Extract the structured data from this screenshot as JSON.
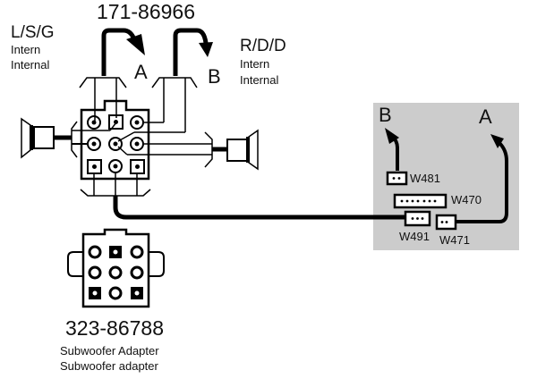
{
  "diagram": {
    "harness_part_number": "171-86966",
    "left_group": {
      "code": "L/S/G",
      "line1": "Intern",
      "line2": "Internal"
    },
    "right_group": {
      "code": "R/D/D",
      "line1": "Intern",
      "line2": "Internal"
    },
    "arrow_labels": {
      "a": "A",
      "b": "B"
    },
    "panel": {
      "arrow_b": "B",
      "arrow_a": "A",
      "connectors": [
        {
          "id": "W481",
          "pins": 2
        },
        {
          "id": "W470",
          "pins": 7
        },
        {
          "id": "W491",
          "pins": 3
        },
        {
          "id": "W471",
          "pins": 2
        }
      ],
      "background_color": "#cccccc"
    },
    "adapter": {
      "part_number": "323-86788",
      "line1": "Subwoofer Adapter",
      "line2": "Subwoofer adapter"
    }
  }
}
